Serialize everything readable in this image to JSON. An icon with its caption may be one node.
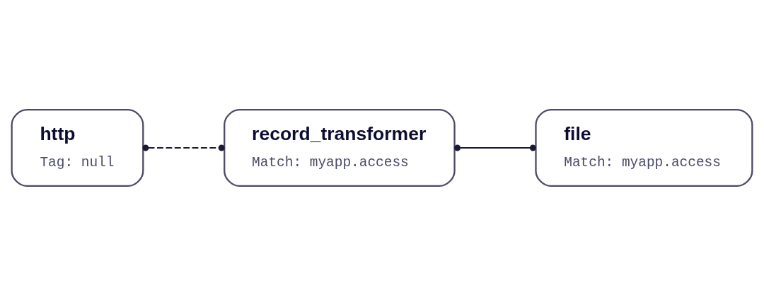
{
  "diagram": {
    "nodes": [
      {
        "text": [
          "http",
          "Tag: null"
        ]
      },
      {
        "text": [
          "record_transformer",
          "Match: myapp.access"
        ]
      },
      {
        "text": [
          "file",
          "Match: myapp.access"
        ]
      }
    ],
    "edges": [
      {
        "from": 0,
        "to": 1,
        "arrow": "other",
        "style": "dashed"
      },
      {
        "from": 1,
        "to": 2,
        "arrow": "other"
      }
    ]
  }
}
